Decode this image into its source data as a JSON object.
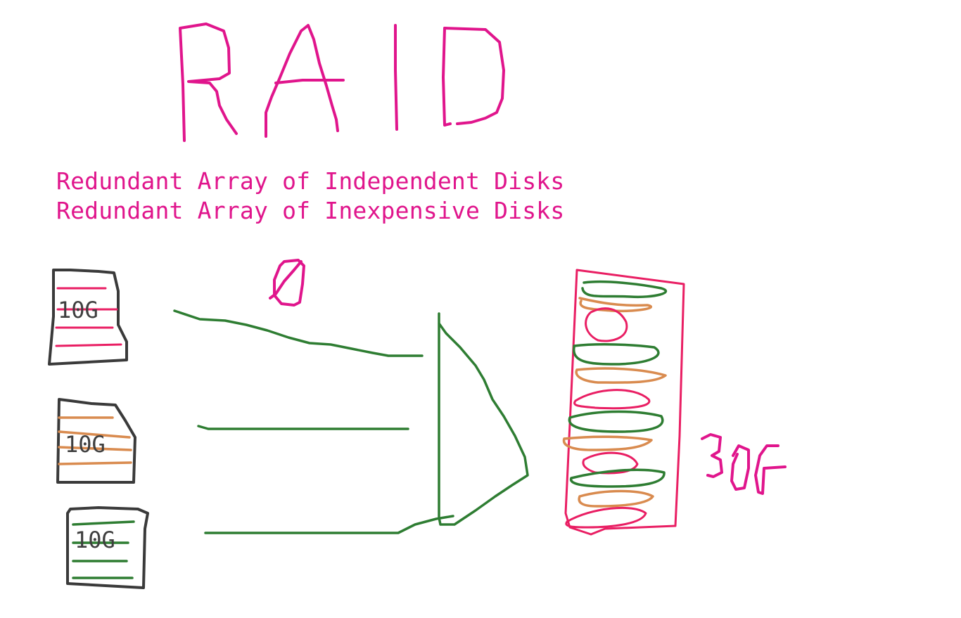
{
  "title": "RAID",
  "subtitles": [
    "Redundant Array of Independent Disks",
    "Redundant Array of Inexpensive Disks"
  ],
  "raid_level": "0",
  "disks": [
    {
      "label": "10G",
      "stripe_color": "#e91e63"
    },
    {
      "label": "10G",
      "stripe_color": "#d98b4f"
    },
    {
      "label": "10G",
      "stripe_color": "#2e7d32"
    }
  ],
  "result_label": "30G",
  "colors": {
    "title": "#e0158c",
    "disk_outline": "#3a3a3a",
    "connector": "#2e7d32",
    "array_outline": "#e91e63"
  }
}
